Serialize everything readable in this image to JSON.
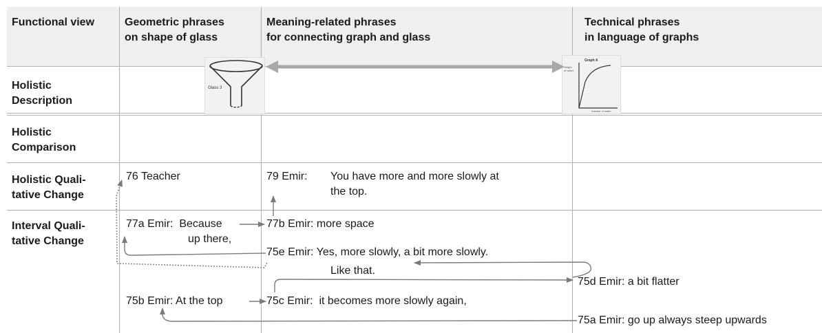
{
  "headers": {
    "functional_view": "Functional view",
    "geometric": "Geometric phrases\non shape of glass",
    "meaning": "Meaning-related phrases\nfor connecting graph and glass",
    "technical": "Technical phrases\nin language of graphs"
  },
  "rows": {
    "holistic_description": "Holistic\nDescription",
    "holistic_comparison": "Holistic\nComparison",
    "holistic_qualitative": "Holistic Quali-\ntative Change",
    "interval_qualitative": "Interval Quali-\ntative Change"
  },
  "images": {
    "glass_label": "Glass 3",
    "graph_title": "Graph A",
    "graph_ylabel": "Height\nof water",
    "graph_xlabel": "Volume of water"
  },
  "utterances": {
    "u76": "76 Teacher",
    "u79a": "79 Emir:",
    "u79b": "You have more and more slowly at",
    "u79c": "the top.",
    "u77a1": "77a Emir:  Because",
    "u77a2": "up there,",
    "u77b": "77b Emir: more space",
    "u75e": "75e Emir: Yes, more slowly, a bit more slowly.",
    "u75e2": "Like that.",
    "u75d": "75d Emir: a bit flatter",
    "u75b": "75b Emir: At the top",
    "u75c": "75c Emir:  it becomes more slowly again,",
    "u75a": "75a Emir: go up always steep upwards"
  },
  "colors": {
    "arrow": "#7a7a7a",
    "header_bg": "#efefef",
    "grid": "#b0b0b0"
  }
}
